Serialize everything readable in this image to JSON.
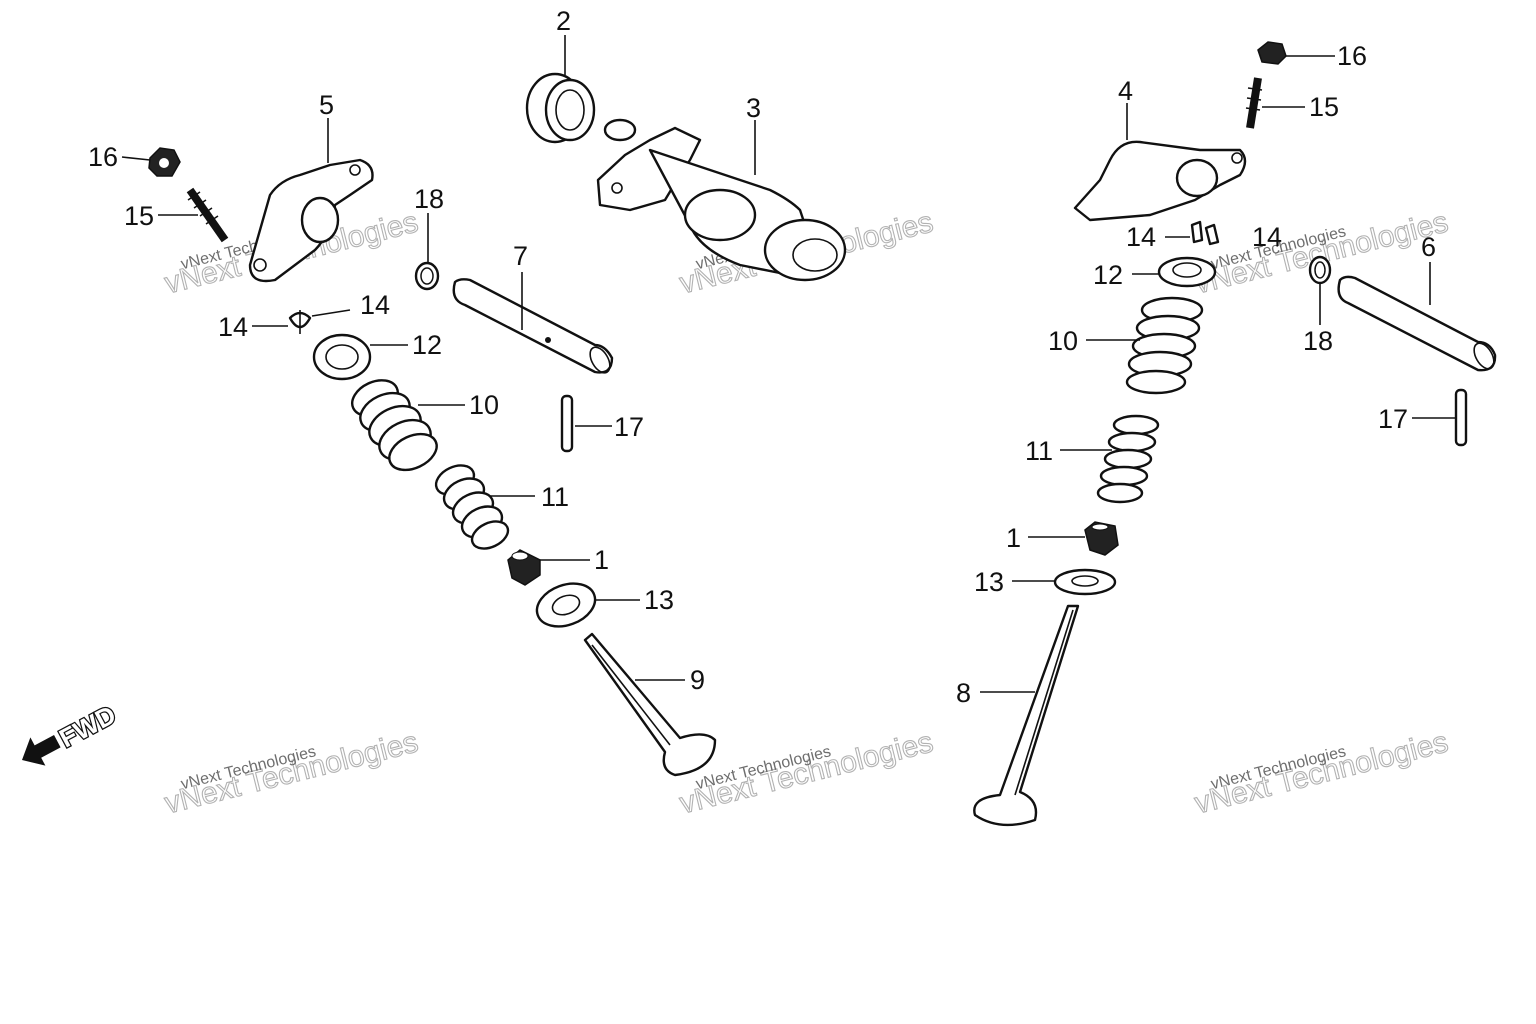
{
  "diagram": {
    "direction_label": "FWD",
    "watermark": {
      "line1": "vNext Technologies",
      "line2": "vNext Technologies"
    },
    "callouts": {
      "c1a": "1",
      "c1b": "1",
      "c2": "2",
      "c3": "3",
      "c4": "4",
      "c5": "5",
      "c6": "6",
      "c7": "7",
      "c8": "8",
      "c9": "9",
      "c10a": "10",
      "c10b": "10",
      "c11a": "11",
      "c11b": "11",
      "c12a": "12",
      "c12b": "12",
      "c13a": "13",
      "c13b": "13",
      "c14a": "14",
      "c14b": "14",
      "c14c": "14",
      "c14d": "14",
      "c15a": "15",
      "c15b": "15",
      "c16a": "16",
      "c16b": "16",
      "c17a": "17",
      "c17b": "17",
      "c18a": "18",
      "c18b": "18"
    }
  }
}
